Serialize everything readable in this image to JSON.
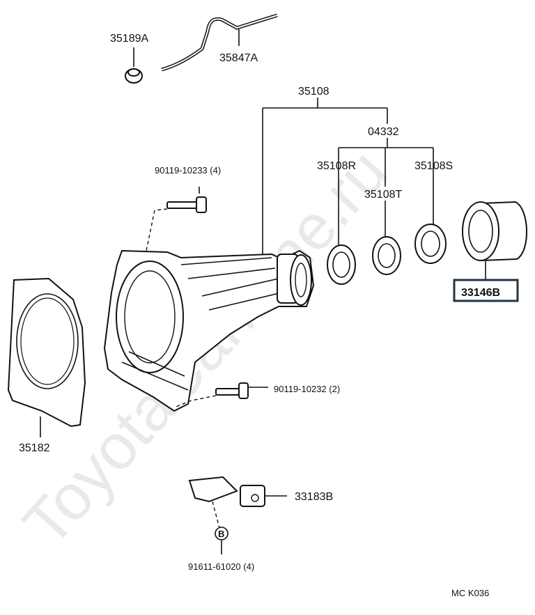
{
  "watermark": "ToyotaCarMine.ru",
  "labels": {
    "p35189a": "35189A",
    "p35847a": "35847A",
    "p35108": "35108",
    "p04332": "04332",
    "p90119_10233": "90119-10233 (4)",
    "p35108r": "35108R",
    "p35108s": "35108S",
    "p35108t": "35108T",
    "p33146b": "33146B",
    "p35182": "35182",
    "p90119_10232": "90119-10232 (2)",
    "p33183b": "33183B",
    "pB": "B",
    "p91611_61020": "91611-61020 (4)",
    "diagram_code": "MC  K036"
  }
}
